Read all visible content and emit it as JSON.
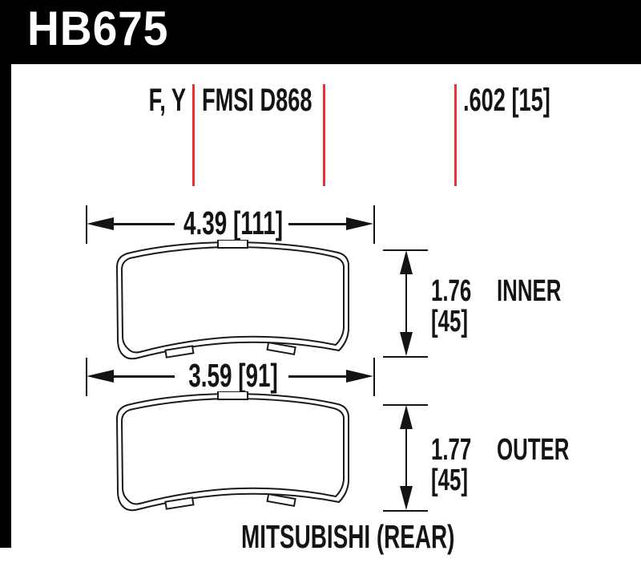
{
  "colors": {
    "banner_bg": "#000000",
    "banner_text": "#ffffff",
    "line_color": "#141414",
    "red_marker": "#e8332e",
    "background": "#ffffff"
  },
  "header": {
    "part_number": "HB675"
  },
  "spec_row": {
    "compound_codes": "F, Y",
    "fmsi_label": "FMSI D868",
    "thickness_label": ".602 [15]"
  },
  "dimensions": {
    "inner_pad": {
      "width": "4.39 [111]",
      "height_in": "1.76",
      "height_mm": "[45]",
      "label": "INNER"
    },
    "outer_pad": {
      "width": "3.59 [91]",
      "height_in": "1.77",
      "height_mm": "[45]",
      "label": "OUTER"
    }
  },
  "footer": {
    "application": "MITSUBISHI (REAR)"
  }
}
